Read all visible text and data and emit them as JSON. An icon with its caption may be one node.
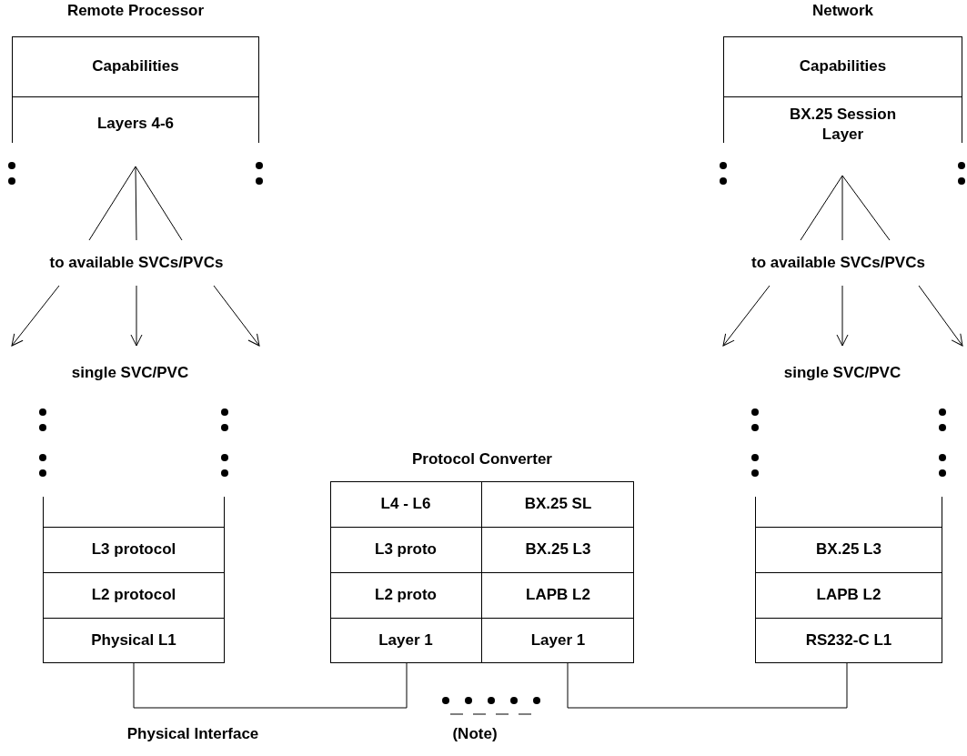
{
  "diagram": {
    "nodes": [
      {
        "text": [
          "Remote Processor"
        ]
      },
      {
        "text": [
          "Capabilities"
        ],
        "in": 0
      },
      {
        "text": [
          "Layers 4-6"
        ],
        "in": 0
      },
      {
        "text": [
          "to available SVCs/PVCs"
        ]
      },
      {
        "text": [],
        "shape": "box"
      },
      {
        "text": [
          "L3 protocol"
        ],
        "in": 4
      },
      {
        "text": [
          "L2 protocol"
        ],
        "in": 4
      },
      {
        "text": [
          "Physical L1"
        ],
        "in": 4
      },
      {
        "text": [
          "Protocol Converter"
        ]
      },
      {
        "text": [
          "L4 - L6"
        ],
        "in": 8
      },
      {
        "text": [
          "BX.25 SL"
        ],
        "in": 8
      },
      {
        "text": [
          "L3 proto"
        ],
        "in": 8
      },
      {
        "text": [
          "BX.25 L3"
        ],
        "in": 8
      },
      {
        "text": [
          "L2 proto"
        ],
        "in": 8
      },
      {
        "text": [
          "LAPB L2"
        ],
        "in": 8
      },
      {
        "text": [
          "Layer 1"
        ],
        "in": 8
      },
      {
        "text": [
          "Layer 1"
        ],
        "in": 8
      },
      {
        "text": [
          "Network"
        ]
      },
      {
        "text": [
          "Capabilities"
        ],
        "in": 17
      },
      {
        "text": [
          "BX.25 Session Layer"
        ],
        "in": 17
      },
      {
        "text": [
          "to available SVCs/PVCs"
        ]
      },
      {
        "text": [],
        "shape": "box"
      },
      {
        "text": [
          "BX.25 L3"
        ],
        "in": 21
      },
      {
        "text": [
          "LAPB L2"
        ],
        "in": 21
      },
      {
        "text": [
          "RS232-C L1"
        ],
        "in": 21
      }
    ],
    "edges": [
      {
        "from": 2,
        "to": 3,
        "arrow": "none"
      },
      {
        "from": 2,
        "to": 3,
        "arrow": "none"
      },
      {
        "from": 2,
        "to": 3,
        "arrow": "none"
      },
      {
        "from": 3,
        "to": null,
        "arrow": "to"
      },
      {
        "from": 3,
        "to": null,
        "arrow": "to"
      },
      {
        "from": 3,
        "to": null,
        "arrow": "to"
      },
      {
        "from": 19,
        "to": 20,
        "arrow": "none"
      },
      {
        "from": 19,
        "to": 20,
        "arrow": "none"
      },
      {
        "from": 19,
        "to": 20,
        "arrow": "none"
      },
      {
        "from": 20,
        "to": null,
        "arrow": "to"
      },
      {
        "from": 20,
        "to": null,
        "arrow": "to"
      },
      {
        "from": 20,
        "to": null,
        "arrow": "to"
      },
      {
        "from": 7,
        "to": 15,
        "arrow": "none"
      },
      {
        "from": 16,
        "to": 24,
        "arrow": "none"
      }
    ],
    "labels": [
      "single SVC/PVC",
      "single SVC/PVC",
      "Physical Interface",
      "(Note)"
    ]
  }
}
